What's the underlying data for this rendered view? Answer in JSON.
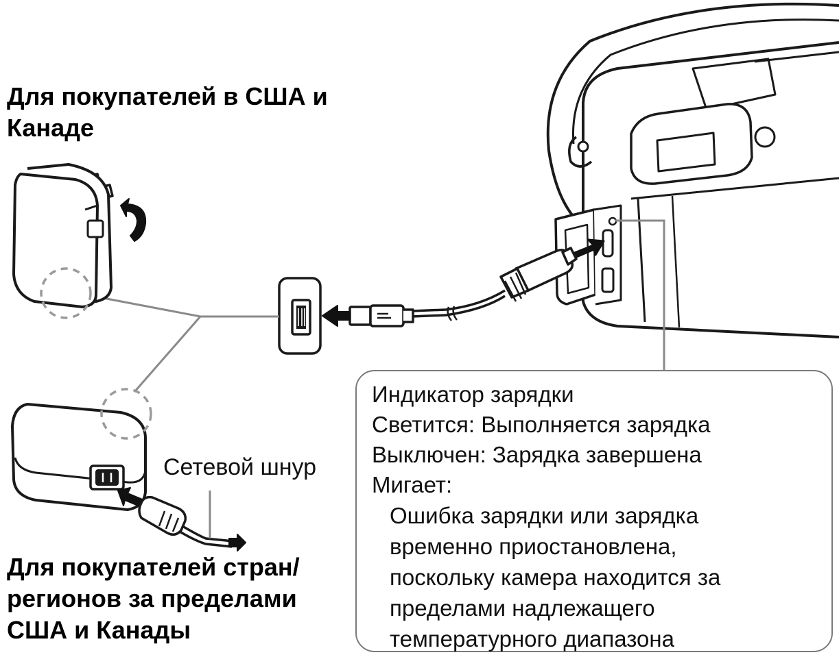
{
  "heading_us_canada": "Для покупателей в США и Канаде",
  "heading_other_regions": "Для покупателей стран/ регионов за пределами США и Канады",
  "power_cord_label": "Сетевой шнур",
  "charge_indicator": {
    "title": "Индикатор зарядки",
    "lit": "Светится: Выполняется зарядка",
    "off": "Выключен: Зарядка завершена",
    "blinking": "Мигает:",
    "blinking_detail": [
      "Ошибка зарядки или зарядка",
      "временно приостановлена,",
      "поскольку камера находится за",
      "пределами надлежащего",
      "температурного диапазона"
    ]
  },
  "colors": {
    "line": "#8a8a8a",
    "outline": "#1a1a1a",
    "dashed": "#9a9a9a",
    "arrow": "#111111"
  },
  "icons": [
    "usb-plug-icon",
    "rotate-arrow-icon",
    "insert-arrow-icon"
  ]
}
